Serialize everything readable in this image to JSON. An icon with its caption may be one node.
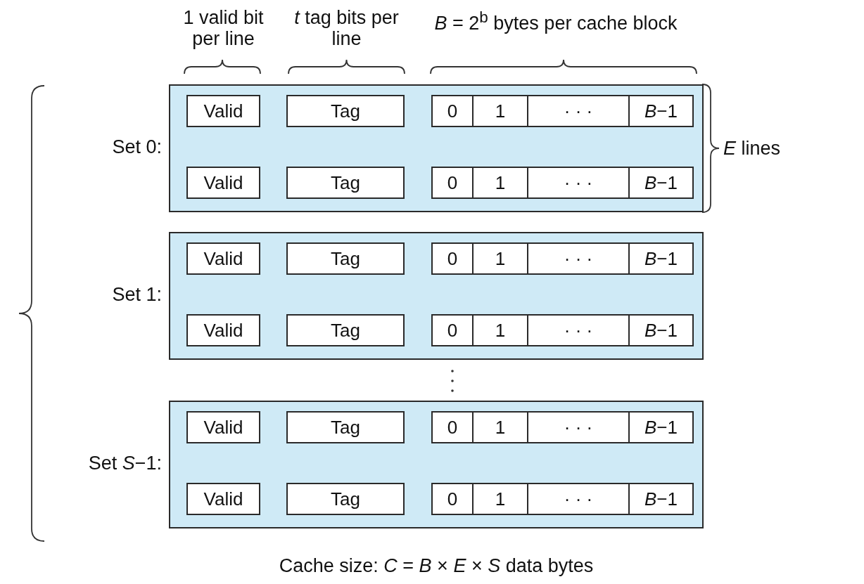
{
  "diagram": {
    "caption": "Cache size: *C* = *B* × *E* × *S* data bytes",
    "nodes": [
      {
        "text": [
          "Set 0:"
        ]
      },
      {
        "text": [
          "Valid"
        ],
        "in": 0
      },
      {
        "text": [
          "Tag"
        ],
        "in": 0
      },
      {
        "text": [
          "0"
        ],
        "in": 0
      },
      {
        "text": [
          "1"
        ],
        "in": 0
      },
      {
        "text": [
          "· · ·"
        ],
        "in": 0
      },
      {
        "text": [
          "*B*−1"
        ],
        "in": 0
      },
      {
        "text": [
          "Valid"
        ],
        "in": 0
      },
      {
        "text": [
          "Tag"
        ],
        "in": 0
      },
      {
        "text": [
          "0"
        ],
        "in": 0
      },
      {
        "text": [
          "1"
        ],
        "in": 0
      },
      {
        "text": [
          "· · ·"
        ],
        "in": 0
      },
      {
        "text": [
          "*B*−1"
        ],
        "in": 0
      },
      {
        "text": [
          "Set 1:"
        ]
      },
      {
        "text": [
          "Valid"
        ],
        "in": 13
      },
      {
        "text": [
          "Tag"
        ],
        "in": 13
      },
      {
        "text": [
          "0"
        ],
        "in": 13
      },
      {
        "text": [
          "1"
        ],
        "in": 13
      },
      {
        "text": [
          "· · ·"
        ],
        "in": 13
      },
      {
        "text": [
          "*B*−1"
        ],
        "in": 13
      },
      {
        "text": [
          "Valid"
        ],
        "in": 13
      },
      {
        "text": [
          "Tag"
        ],
        "in": 13
      },
      {
        "text": [
          "0"
        ],
        "in": 13
      },
      {
        "text": [
          "1"
        ],
        "in": 13
      },
      {
        "text": [
          "· · ·"
        ],
        "in": 13
      },
      {
        "text": [
          "*B*−1"
        ],
        "in": 13
      },
      {
        "text": [
          "Set *S*−1:"
        ]
      },
      {
        "text": [
          "Valid"
        ],
        "in": 26
      },
      {
        "text": [
          "Tag"
        ],
        "in": 26
      },
      {
        "text": [
          "0"
        ],
        "in": 26
      },
      {
        "text": [
          "1"
        ],
        "in": 26
      },
      {
        "text": [
          "· · ·"
        ],
        "in": 26
      },
      {
        "text": [
          "*B*−1"
        ],
        "in": 26
      },
      {
        "text": [
          "Valid"
        ],
        "in": 26
      },
      {
        "text": [
          "Tag"
        ],
        "in": 26
      },
      {
        "text": [
          "0"
        ],
        "in": 26
      },
      {
        "text": [
          "1"
        ],
        "in": 26
      },
      {
        "text": [
          "· · ·"
        ],
        "in": 26
      },
      {
        "text": [
          "*B*−1"
        ],
        "in": 26
      }
    ],
    "labels": [
      "1 valid bit per line",
      "*t* tag bits per line",
      "*B* = 2$^{b}$ bytes per cache block",
      "*E* lines"
    ]
  }
}
